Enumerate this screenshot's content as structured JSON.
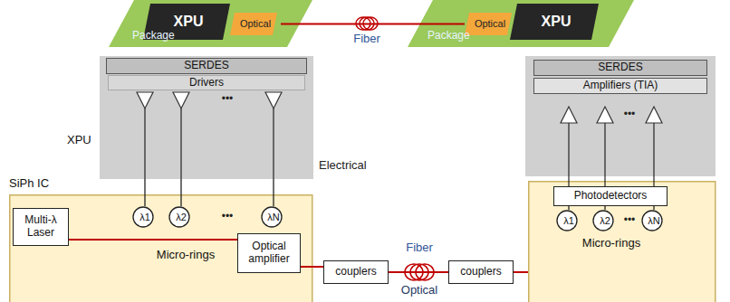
{
  "diagram": {
    "nodes": [
      {
        "text": [
          "Package"
        ]
      },
      {
        "text": [
          "XPU"
        ],
        "in": 0
      },
      {
        "text": [
          "Optical"
        ],
        "in": 0
      },
      {
        "text": [
          "Package"
        ]
      },
      {
        "text": [
          "Optical"
        ],
        "in": 3
      },
      {
        "text": [
          "XPU"
        ],
        "in": 3
      },
      {
        "text": [
          "XPU"
        ]
      },
      {
        "text": [
          "SERDES"
        ],
        "in": 6
      },
      {
        "text": [
          "Drivers"
        ],
        "in": 6
      },
      {
        "text": [
          "SiPh IC",
          "Micro-rings"
        ]
      },
      {
        "text": [
          "Multi-λ Laser"
        ],
        "in": 9
      },
      {
        "text": [
          "λ1"
        ],
        "in": 9
      },
      {
        "text": [
          "λ2"
        ],
        "in": 9
      },
      {
        "text": [
          "λN"
        ],
        "in": 9
      },
      {
        "text": [
          "Optical amplifier"
        ],
        "in": 9
      },
      {
        "text": [
          "couplers"
        ]
      },
      {
        "text": [
          "couplers"
        ]
      },
      {
        "text": [
          "SERDES"
        ]
      },
      {
        "text": [
          "Amplifiers (TIA)"
        ]
      },
      {
        "text": [
          "Micro-rings"
        ]
      },
      {
        "text": [
          "Photodetectors"
        ],
        "in": 19
      },
      {
        "text": [
          "λ1"
        ],
        "in": 19
      },
      {
        "text": [
          "λ2"
        ],
        "in": 19
      },
      {
        "text": [
          "λN"
        ],
        "in": 19
      }
    ],
    "edges": [
      {
        "from": 2,
        "to": 4,
        "arrow": "none"
      },
      {
        "from": 6,
        "to": 11,
        "arrow": "none"
      },
      {
        "from": 6,
        "to": 12,
        "arrow": "none"
      },
      {
        "from": 6,
        "to": 13,
        "arrow": "none"
      },
      {
        "from": 10,
        "to": 14,
        "arrow": "none"
      },
      {
        "from": 14,
        "to": 15,
        "arrow": "none"
      },
      {
        "from": 15,
        "to": 16,
        "arrow": "none"
      },
      {
        "from": 16,
        "to": 19,
        "arrow": "none"
      },
      {
        "from": 21,
        "to": 20,
        "arrow": "none"
      },
      {
        "from": 22,
        "to": 20,
        "arrow": "none"
      },
      {
        "from": 23,
        "to": 20,
        "arrow": "none"
      }
    ],
    "labels": [
      "Fiber",
      "•••",
      "Electrical",
      "•••",
      "Fiber",
      "Optical",
      "•••",
      "•••"
    ]
  }
}
